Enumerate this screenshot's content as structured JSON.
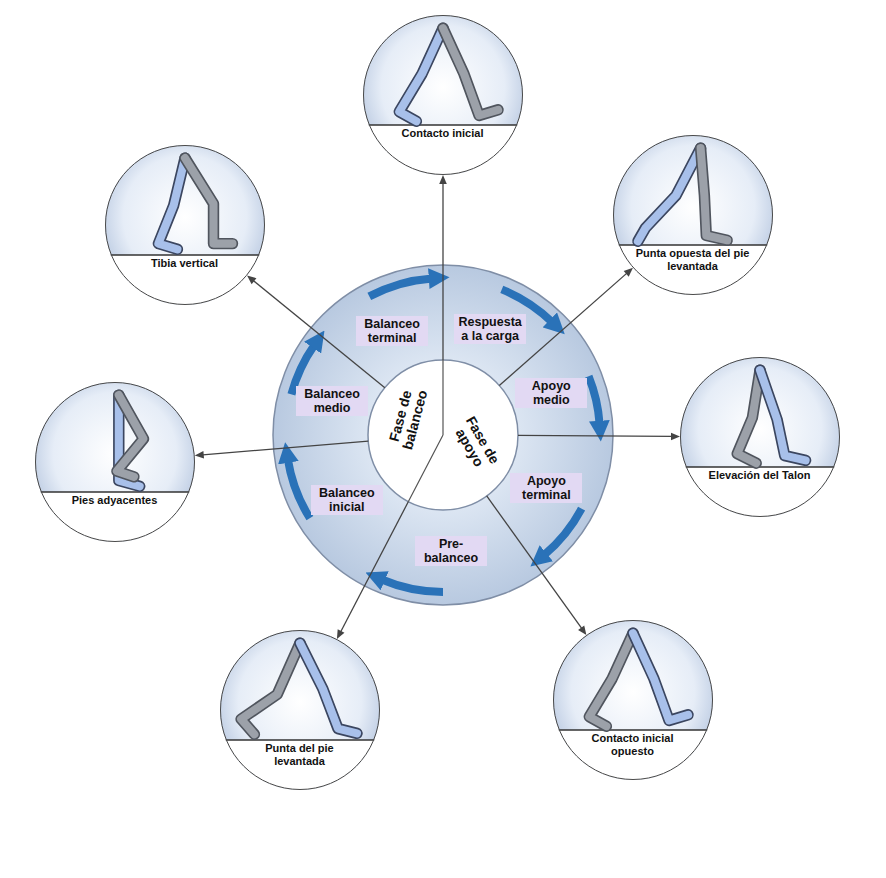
{
  "diagram": {
    "nodes": [
      {
        "text": [
          "Contacto inicial"
        ]
      },
      {
        "text": [
          "Punta opuesta del pie levantada"
        ]
      },
      {
        "text": [
          "Elevación del Talon"
        ]
      },
      {
        "text": [
          "Contacto inicial opuesto"
        ]
      },
      {
        "text": [
          "Punta del pie levantada"
        ]
      },
      {
        "text": [
          "Pies adyacentes"
        ]
      },
      {
        "text": [
          "Tibia vertical"
        ]
      },
      {
        "text": [
          "Respuesta a la carga"
        ]
      },
      {
        "text": [
          "Apoyo medio"
        ]
      },
      {
        "text": [
          "Apoyo terminal"
        ]
      },
      {
        "text": [
          "Pre-balanceo"
        ]
      },
      {
        "text": [
          "Balanceo inicial"
        ]
      },
      {
        "text": [
          "Balanceo medio"
        ]
      },
      {
        "text": [
          "Balanceo terminal"
        ]
      },
      {
        "text": [
          "Fase de balanceo",
          "Fase de apoyo"
        ]
      }
    ],
    "edges": [
      {
        "from": 14,
        "to": 0,
        "arrow": "to"
      },
      {
        "from": 14,
        "to": 1,
        "arrow": "to"
      },
      {
        "from": 14,
        "to": 2,
        "arrow": "to"
      },
      {
        "from": 14,
        "to": 3,
        "arrow": "to"
      },
      {
        "from": 14,
        "to": 4,
        "arrow": "to"
      },
      {
        "from": 14,
        "to": 5,
        "arrow": "to"
      },
      {
        "from": 14,
        "to": 6,
        "arrow": "to"
      }
    ]
  }
}
